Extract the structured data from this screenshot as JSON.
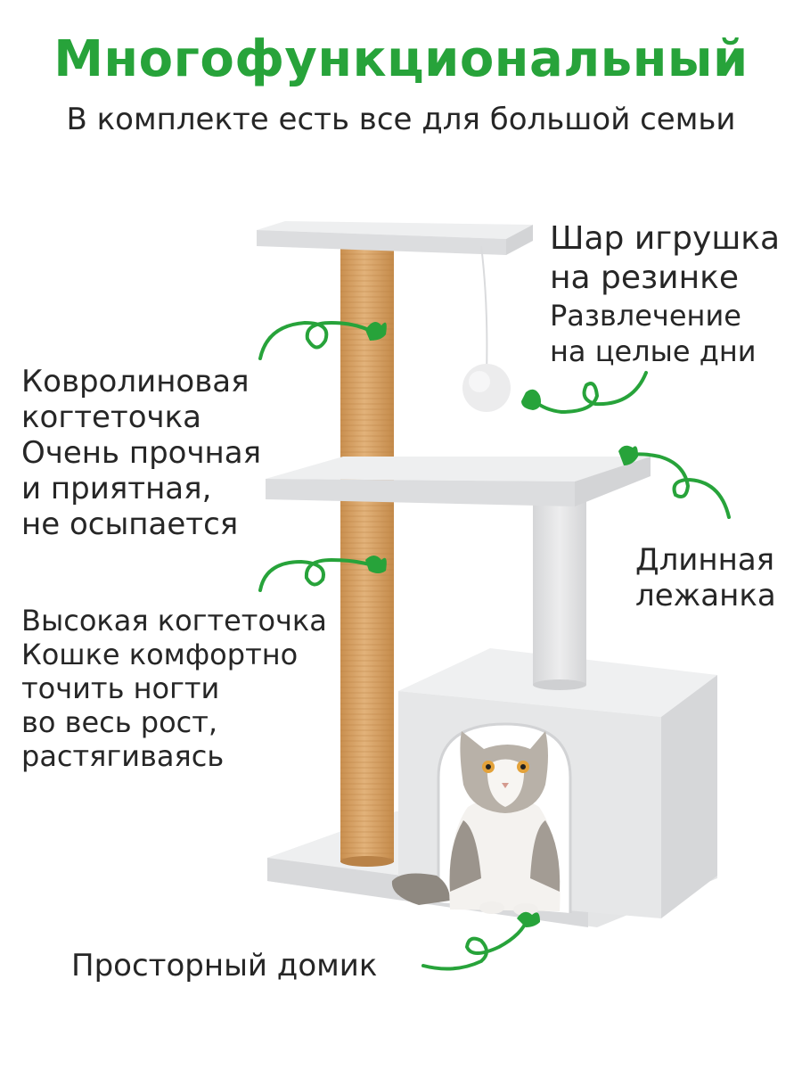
{
  "header": {
    "title": "Многофункциональный",
    "subtitle": "В комплекте есть все для большой семьи"
  },
  "callouts": {
    "ball_toy": {
      "line1": "Шар игрушка",
      "line2": "на резинке",
      "line3": "Развлечение",
      "line4": "на целые дни"
    },
    "carpet_scratcher": {
      "line1": "Ковролиновая",
      "line2": "когтеточка",
      "line3": "Очень прочная",
      "line4": "и приятная,",
      "line5": "не осыпается"
    },
    "long_bed": {
      "line1": "Длинная",
      "line2": "лежанка"
    },
    "tall_scratcher": {
      "line1": "Высокая когтеточка",
      "line2": "Кошке комфортно",
      "line3": "точить ногти",
      "line4": "во весь рост,",
      "line5": "растягиваясь"
    },
    "house": {
      "line1": "Просторный домик"
    }
  },
  "colors": {
    "accent_green": "#27a33a",
    "text": "#262626",
    "plush": "#e6e7e8",
    "sisal": "#d9a56a"
  },
  "icons": [
    "heart-arrow-icon",
    "cat-tree-illustration",
    "cat-illustration"
  ]
}
